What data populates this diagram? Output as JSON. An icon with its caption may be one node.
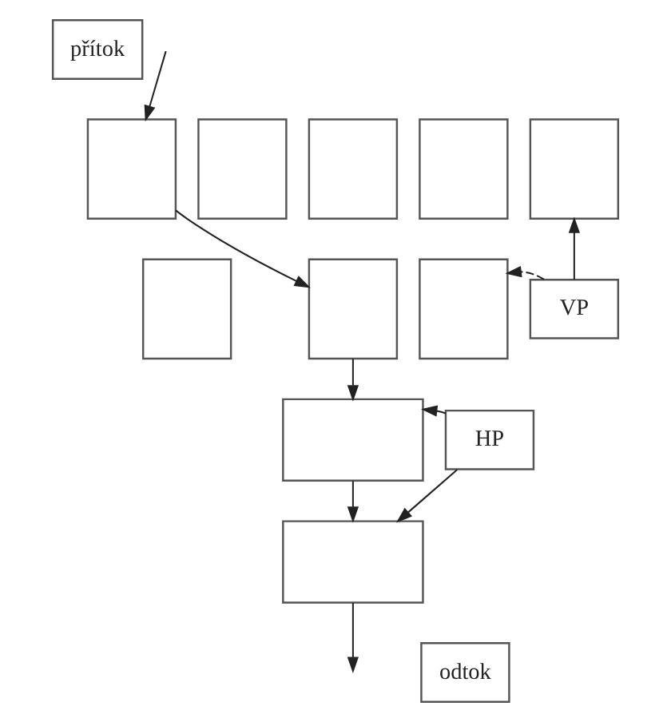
{
  "diagram": {
    "nodes": [
      {
        "text": [
          "přítok"
        ]
      },
      {
        "text": [],
        "shape": "box"
      },
      {
        "text": [],
        "shape": "box"
      },
      {
        "text": [],
        "shape": "box"
      },
      {
        "text": [],
        "shape": "box"
      },
      {
        "text": [],
        "shape": "box"
      },
      {
        "text": [],
        "shape": "box"
      },
      {
        "text": [],
        "shape": "box"
      },
      {
        "text": [],
        "shape": "box"
      },
      {
        "text": [
          "VP"
        ]
      },
      {
        "text": [],
        "shape": "box"
      },
      {
        "text": [
          "HP"
        ]
      },
      {
        "text": [],
        "shape": "box"
      },
      {
        "text": [
          "odtok"
        ]
      }
    ],
    "edges": [
      {
        "from": null,
        "to": 1,
        "arrow": "to"
      },
      {
        "from": 1,
        "to": 7,
        "arrow": "to"
      },
      {
        "from": 9,
        "to": 5,
        "arrow": "to"
      },
      {
        "from": 9,
        "to": 8,
        "arrow": "to",
        "style": "dashed"
      },
      {
        "from": 7,
        "to": 10,
        "arrow": "to"
      },
      {
        "from": 10,
        "to": 12,
        "arrow": "to"
      },
      {
        "from": 11,
        "to": 10,
        "arrow": "to"
      },
      {
        "from": 11,
        "to": 12,
        "arrow": "to"
      },
      {
        "from": 12,
        "to": null,
        "arrow": "to"
      }
    ]
  }
}
